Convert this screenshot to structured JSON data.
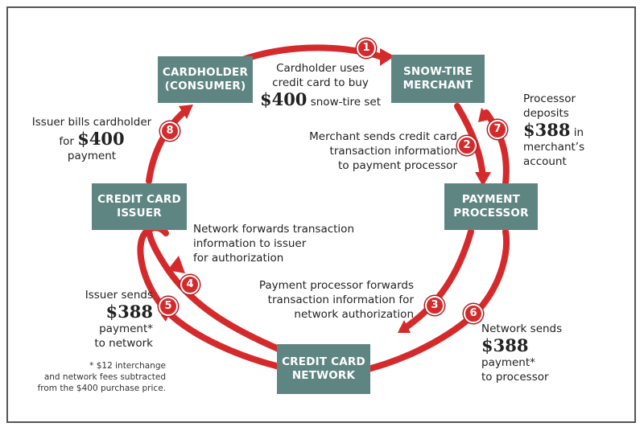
{
  "nodes": {
    "cardholder": [
      "CARDHOLDER",
      "(CONSUMER)"
    ],
    "merchant": [
      "SNOW-TIRE",
      "MERCHANT"
    ],
    "processor": [
      "PAYMENT",
      "PROCESSOR"
    ],
    "network": [
      "CREDIT CARD",
      "NETWORK"
    ],
    "issuer": [
      "CREDIT CARD",
      "ISSUER"
    ]
  },
  "steps": [
    {
      "num": "1",
      "lines": [
        "Cardholder uses",
        "credit card to buy"
      ],
      "amount": "$400",
      "after": "snow-tire set"
    },
    {
      "num": "2",
      "lines": [
        "Merchant sends credit card",
        "transaction information",
        "to payment processor"
      ]
    },
    {
      "num": "3",
      "lines": [
        "Payment processor forwards",
        "transaction information for",
        "network authorization"
      ]
    },
    {
      "num": "4",
      "lines": [
        "Network forwards transaction",
        "information to issuer",
        "for authorization"
      ]
    },
    {
      "num": "5",
      "before": [
        "Issuer sends"
      ],
      "amount": "$388",
      "after_lines": [
        "payment*",
        "to network"
      ]
    },
    {
      "num": "6",
      "before": [
        "Network sends"
      ],
      "amount": "$388",
      "after_lines": [
        "payment*",
        "to processor"
      ]
    },
    {
      "num": "7",
      "before": [
        "Processor",
        "deposits"
      ],
      "amount": "$388",
      "amount_suffix": "in",
      "after_lines": [
        "merchant’s",
        "account"
      ]
    },
    {
      "num": "8",
      "before": [
        "Issuer bills cardholder"
      ],
      "amount_prefix": "for",
      "amount": "$400",
      "after_lines": [
        "payment"
      ]
    }
  ],
  "footnote": [
    "* $12 interchange",
    "and network fees subtracted",
    "from the $400 purchase price."
  ],
  "colors": {
    "arrow": "#d52a2c",
    "box": "#5f8583"
  }
}
